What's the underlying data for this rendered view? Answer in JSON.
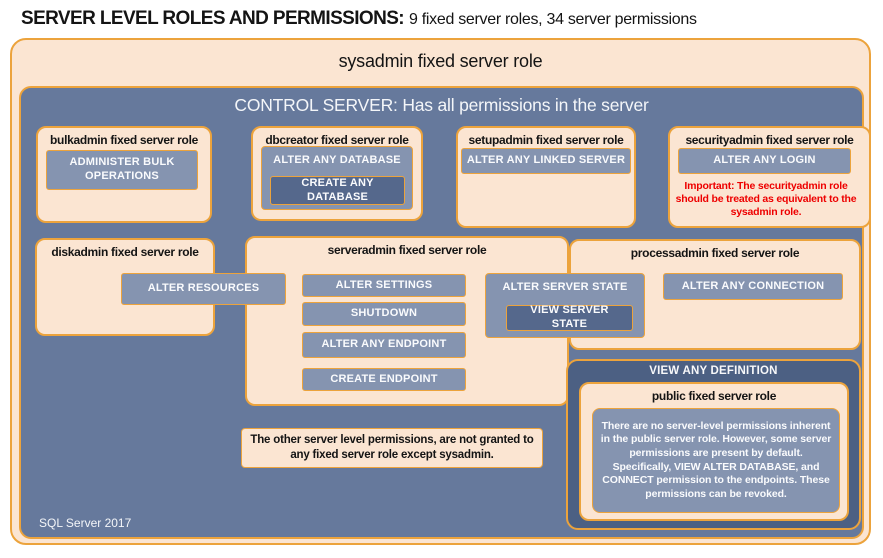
{
  "header": {
    "title_bold": "SERVER LEVEL ROLES AND PERMISSIONS:",
    "title_detail": "9 fixed server roles, 34 server permissions"
  },
  "sysadmin": {
    "title": "sysadmin fixed server role"
  },
  "control_server": {
    "title": "CONTROL SERVER: Has all permissions in the server",
    "footer": "SQL Server 2017"
  },
  "roles": {
    "bulkadmin": {
      "title": "bulkadmin fixed server role",
      "permission": "ADMINISTER BULK OPERATIONS"
    },
    "dbcreator": {
      "title": "dbcreator fixed server role",
      "permission": "ALTER ANY DATABASE",
      "nested_permission": "CREATE ANY DATABASE"
    },
    "setupadmin": {
      "title": "setupadmin fixed server role",
      "permission": "ALTER ANY LINKED SERVER"
    },
    "securityadmin": {
      "title": "securityadmin fixed server role",
      "permission": "ALTER ANY LOGIN",
      "warning": "Important: The securityadmin role should be treated as equivalent to the sysadmin role."
    },
    "diskadmin": {
      "title": "diskadmin fixed server role",
      "permission": "ALTER RESOURCES"
    },
    "serveradmin": {
      "title": "serveradmin fixed server role",
      "permissions": [
        "ALTER SETTINGS",
        "SHUTDOWN",
        "ALTER ANY ENDPOINT",
        "CREATE ENDPOINT"
      ],
      "shared_permission": "ALTER SERVER STATE",
      "nested_permission": "VIEW SERVER STATE"
    },
    "processadmin": {
      "title": "processadmin fixed server role",
      "permission": "ALTER ANY CONNECTION"
    },
    "public": {
      "container_permission": "VIEW ANY DEFINITION",
      "title": "public fixed server role",
      "description": "There are no server-level permissions inherent in the public server role. However, some server permissions are present by default. Specifically, VIEW ALTER DATABASE, and CONNECT permission to the endpoints. These permissions can be revoked."
    }
  },
  "note": "The other server level permissions, are not granted to any fixed server role except sysadmin.",
  "colors": {
    "peach": "#FBE5D2",
    "orange_border": "#ECA33C",
    "slate_blue": "#66799C",
    "permission_fill": "#8594B0",
    "permission_dark_fill": "#55688C",
    "definition_container_fill": "#4C6083",
    "warning_red": "#EE0000"
  }
}
